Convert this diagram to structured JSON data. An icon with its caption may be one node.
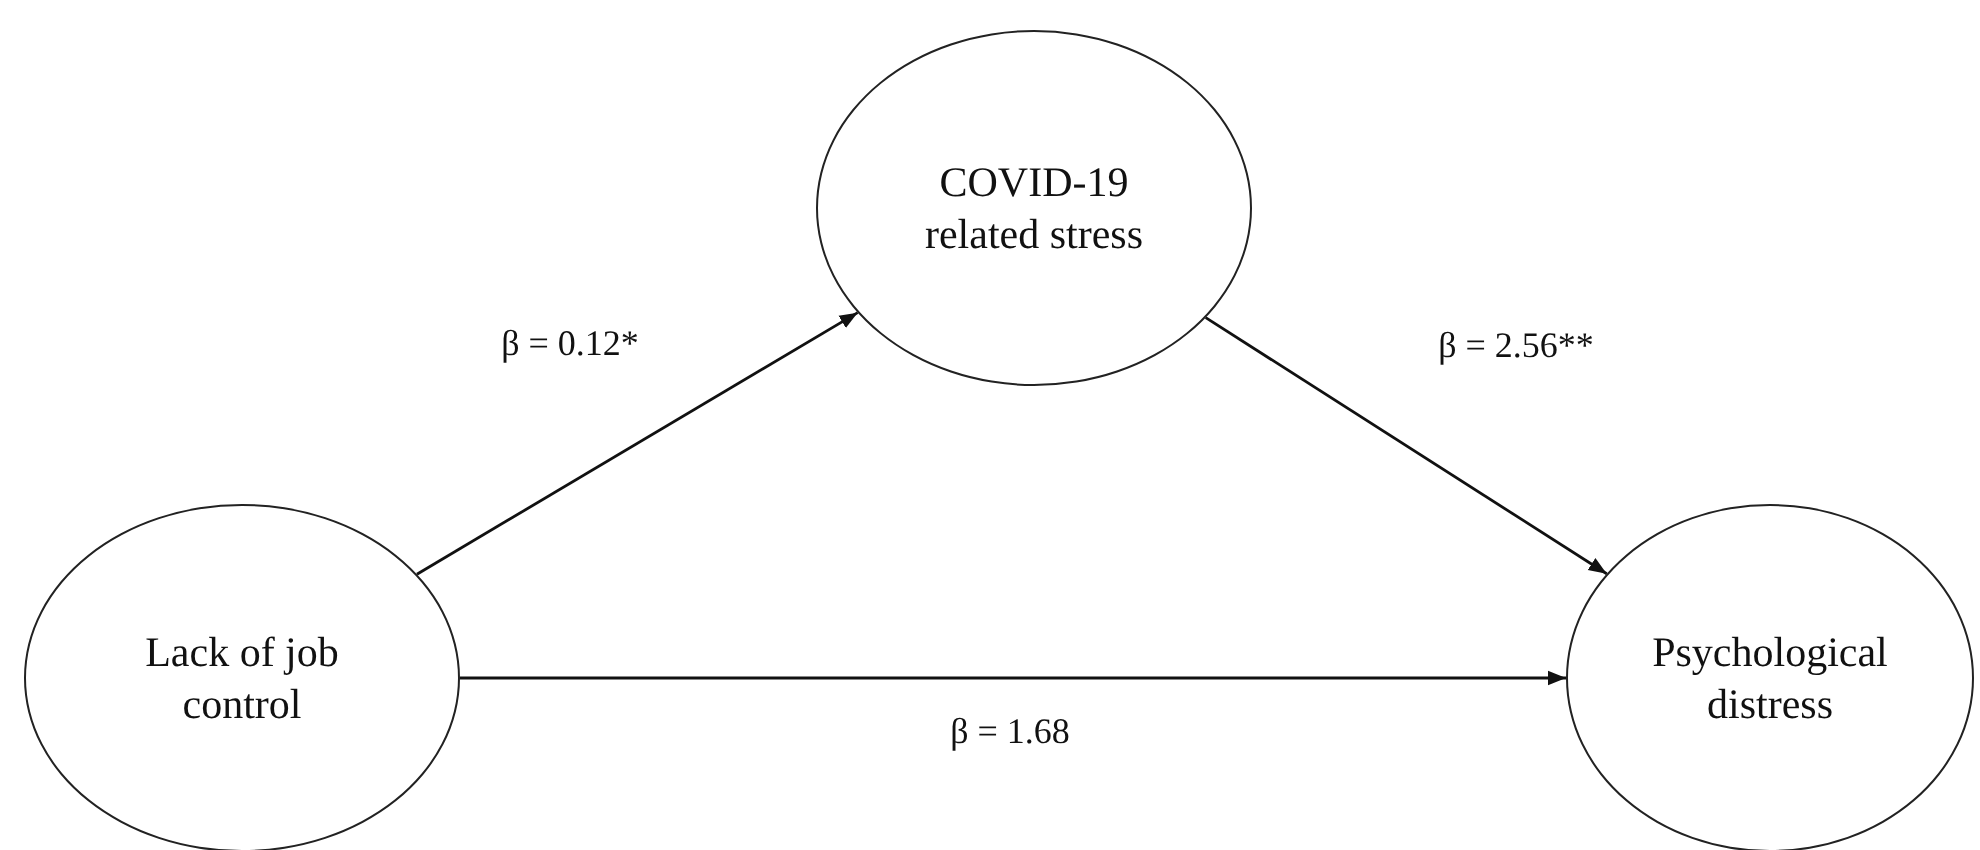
{
  "diagram": {
    "nodes": [
      {
        "text": [
          "Lack of job control"
        ]
      },
      {
        "text": [
          "COVID-19 related stress"
        ]
      },
      {
        "text": [
          "Psychological distress"
        ]
      }
    ],
    "edges": [
      {
        "from": 0,
        "to": 1,
        "arrow": "to",
        "label": "β = 0.12*"
      },
      {
        "from": 1,
        "to": 2,
        "arrow": "to",
        "label": "β = 2.56**"
      },
      {
        "from": 0,
        "to": 2,
        "arrow": "to",
        "label": "β = 1.68"
      }
    ]
  }
}
